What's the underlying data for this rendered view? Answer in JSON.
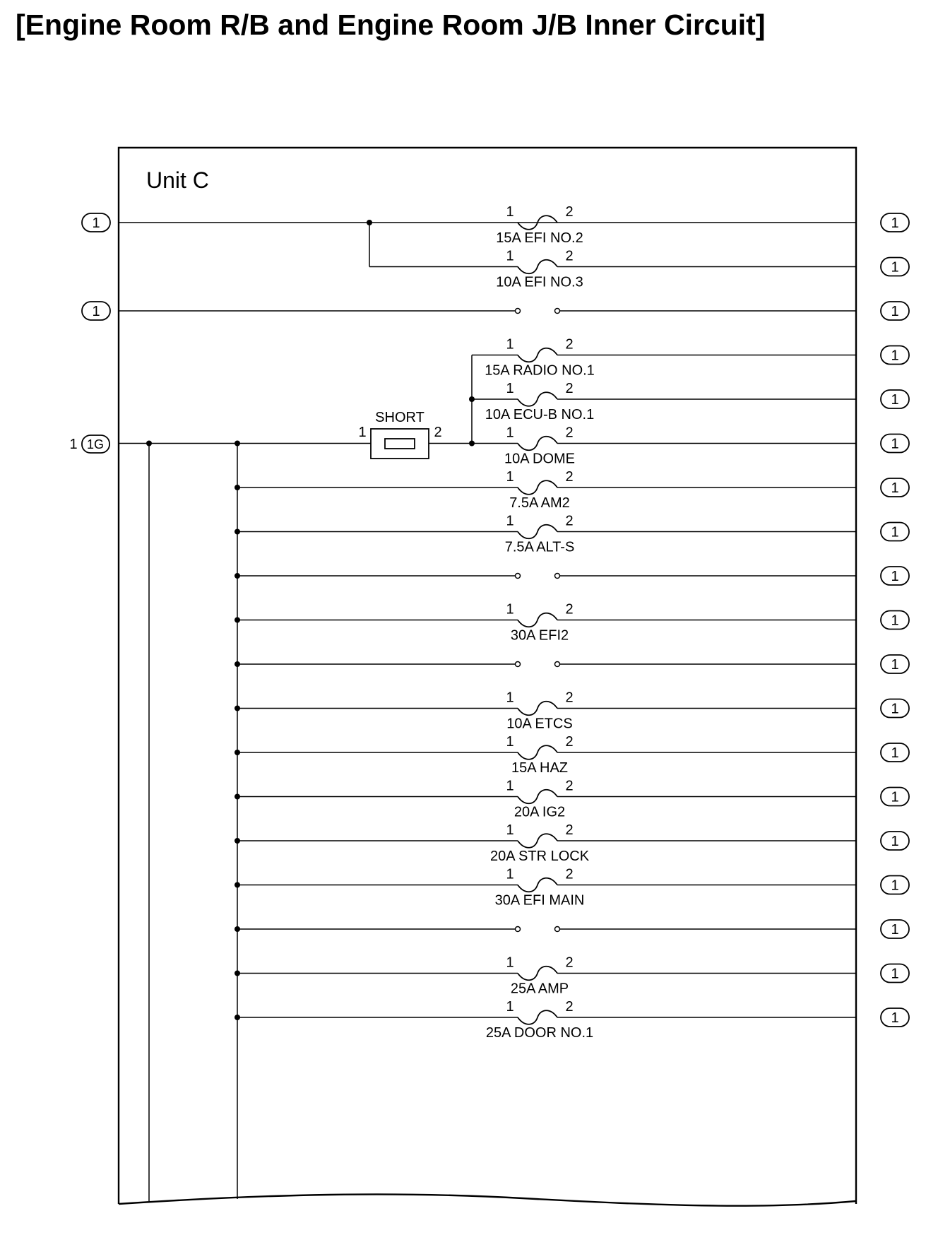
{
  "title": "[Engine Room R/B and Engine Room J/B Inner Circuit]",
  "unit_label": "Unit C",
  "short_label": "SHORT",
  "short_pin_left": "1",
  "short_pin_right": "2",
  "connector_1g_label": "1G",
  "connector_1g_pin": "1",
  "terminal_pin": "1",
  "fuse_pin_left": "1",
  "fuse_pin_right": "2",
  "left_terminals": [
    {
      "label": "1",
      "row": 0
    },
    {
      "label": "1",
      "row": 2
    }
  ],
  "circuits": [
    {
      "kind": "fuse",
      "label": "15A EFI NO.2"
    },
    {
      "kind": "fuse",
      "label": "10A EFI NO.3"
    },
    {
      "kind": "open",
      "label": ""
    },
    {
      "kind": "fuse",
      "label": "15A RADIO NO.1"
    },
    {
      "kind": "fuse",
      "label": "10A ECU-B NO.1"
    },
    {
      "kind": "fuse",
      "label": "10A DOME"
    },
    {
      "kind": "fuse",
      "label": "7.5A AM2"
    },
    {
      "kind": "fuse",
      "label": "7.5A ALT-S"
    },
    {
      "kind": "open",
      "label": ""
    },
    {
      "kind": "fuse",
      "label": "30A EFI2"
    },
    {
      "kind": "open",
      "label": ""
    },
    {
      "kind": "fuse",
      "label": "10A ETCS"
    },
    {
      "kind": "fuse",
      "label": "15A HAZ"
    },
    {
      "kind": "fuse",
      "label": "20A IG2"
    },
    {
      "kind": "fuse",
      "label": "20A STR LOCK"
    },
    {
      "kind": "fuse",
      "label": "30A EFI MAIN"
    },
    {
      "kind": "open",
      "label": ""
    },
    {
      "kind": "fuse",
      "label": "25A AMP"
    },
    {
      "kind": "fuse",
      "label": "25A DOOR NO.1"
    }
  ]
}
